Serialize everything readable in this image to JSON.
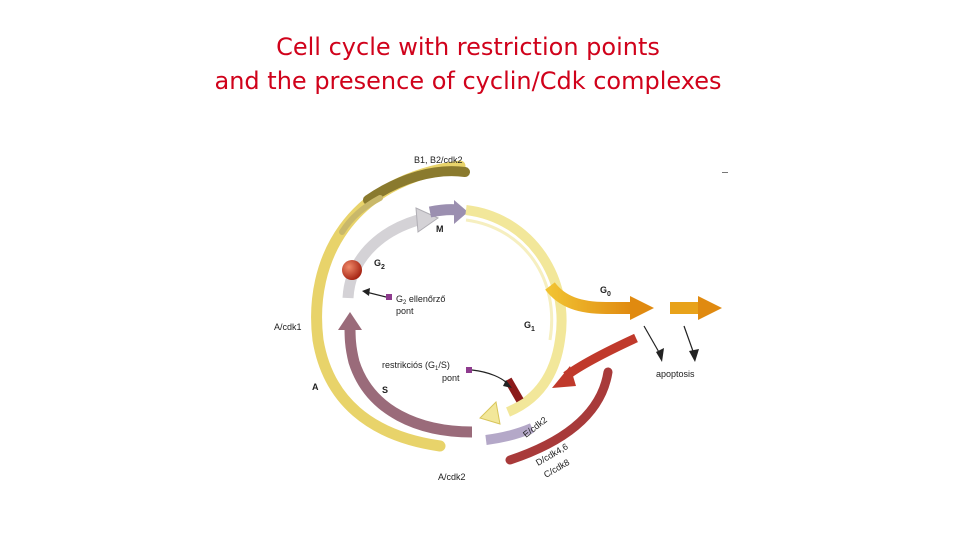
{
  "title": {
    "line1": "Cell cycle with restriction points",
    "line2": "and the presence of cyclin/Cdk complexes"
  },
  "colors": {
    "title": "#d0021b",
    "a_cdk1_arc": "#e8d36a",
    "b_cdk2_arc": "#8a7a2e",
    "g2_arc": "#cfcdd2",
    "m_arrow": "#9b8fb0",
    "g1_arc": "#f2e79a",
    "s_arc": "#9a6b7a",
    "g0_arrow": "#e8a21a",
    "e_cdk2_arc": "#c0392b",
    "d_cdk_arc": "#a83a3a",
    "checkpoint_marker": "#8e3b8e",
    "g2_checkpoint_ball": "#c0392b"
  },
  "diagram": {
    "b1_b2_cdk2": "B1, B2/cdk2",
    "m": "M",
    "g2": "G",
    "g2_sub": "2",
    "g2_checkpoint_line1_main": "G",
    "g2_checkpoint_line1_sub": "2",
    "g2_checkpoint_line1_rest": " ellenőrző",
    "g2_checkpoint_line2": "pont",
    "g0": "G",
    "g0_sub": "0",
    "g1": "G",
    "g1_sub": "1",
    "a_cdk1": "A/cdk1",
    "restriction_pre": "restrikciós (G",
    "restriction_sub": "1",
    "restriction_post": "/S)",
    "restriction_line2": "pont",
    "apoptosis": "apoptosis",
    "a": "A",
    "s": "S",
    "e_cdk2": "E/cdk2",
    "d_cdk46": "D/cdk4,6",
    "c_cdk8": "C/cdk8",
    "a_cdk2": "A/cdk2"
  }
}
